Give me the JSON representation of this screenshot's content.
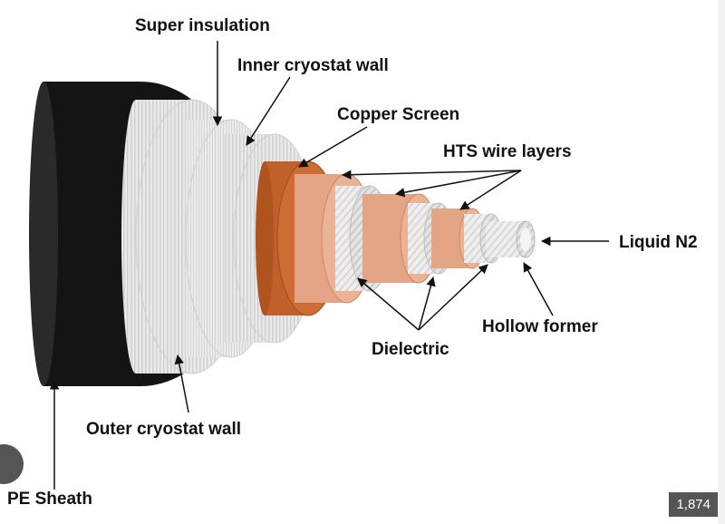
{
  "labels": {
    "super_insulation": "Super insulation",
    "inner_cryostat_wall": "Inner cryostat wall",
    "copper_screen": "Copper Screen",
    "hts_wire_layers": "HTS wire layers",
    "liquid_n2": "Liquid N2",
    "hollow_former": "Hollow former",
    "dielectric": "Dielectric",
    "outer_cryostat_wall": "Outer cryostat wall",
    "pe_sheath": "PE Sheath"
  },
  "badge": {
    "count": "1,874"
  },
  "colors": {
    "sheath": "#111111",
    "cryostat": "#e8e8e8",
    "copper_screen": "#c0602a",
    "hts": "#e3a585",
    "dielectric": "#dcdcdc",
    "former": "#cfcfcf"
  }
}
